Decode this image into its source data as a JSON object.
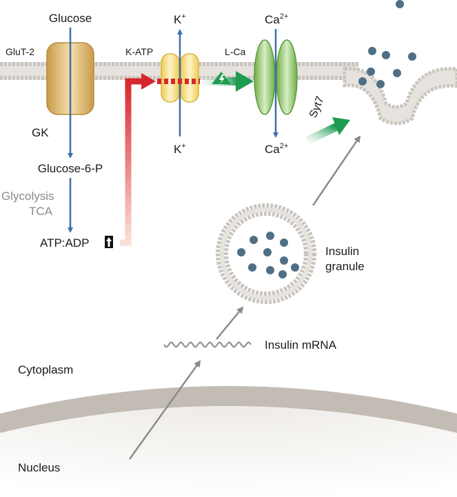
{
  "labels": {
    "glucose": "Glucose",
    "glut2": "GluT-2",
    "gk": "GK",
    "glucose6p": "Glucose-6-P",
    "glycolysis": "Glycolysis",
    "tca": "TCA",
    "atp_adp": "ATP:ADP",
    "katp": "K-ATP",
    "k_top": "K",
    "k_top_sup": "+",
    "k_bottom": "K",
    "k_bottom_sup": "+",
    "lca": "L-Ca",
    "ca_top": "Ca",
    "ca_top_sup": "2+",
    "ca_bottom": "Ca",
    "ca_bottom_sup": "2+",
    "syt7": "Syt7",
    "insulin_granule_1": "Insulin",
    "insulin_granule_2": "granule",
    "insulin_mrna": "Insulin mRNA",
    "cytoplasm": "Cytoplasm",
    "nucleus": "Nucleus"
  },
  "colors": {
    "membrane": "#c9c4be",
    "glut2": "#d8b36a",
    "katp": "#f3d96a",
    "lca": "#8cc561",
    "arrow_blue": "#3d6fa8",
    "arrow_red": "#d8262e",
    "arrow_green": "#1e9a52",
    "arrow_gray": "#8a8a8a",
    "insulin_dot": "#4f6f86",
    "nucleus": "#c2bcb5"
  }
}
